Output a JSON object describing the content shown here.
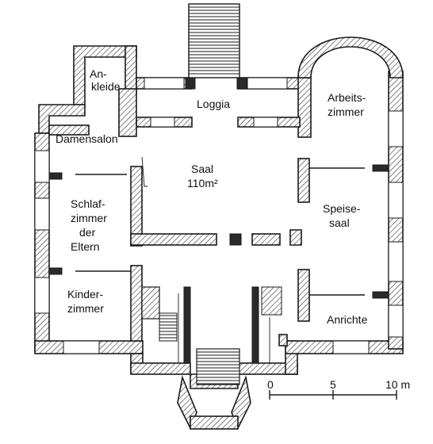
{
  "rooms": {
    "ankleide": [
      "An-",
      "kleide"
    ],
    "loggia": "Loggia",
    "arbeitszimmer": [
      "Arbeits-",
      "zimmer"
    ],
    "damensalon": "Damensalon",
    "saal": [
      "Saal",
      "110m²"
    ],
    "schlafzimmer": [
      "Schlaf-",
      "zimmer",
      "der",
      "Eltern"
    ],
    "speisesaal": [
      "Speise-",
      "saal"
    ],
    "kinderzimmer": [
      "Kinder-",
      "zimmer"
    ],
    "anrichte": "Anrichte"
  },
  "scale": {
    "ticks": [
      "0",
      "5",
      "10 m"
    ]
  }
}
